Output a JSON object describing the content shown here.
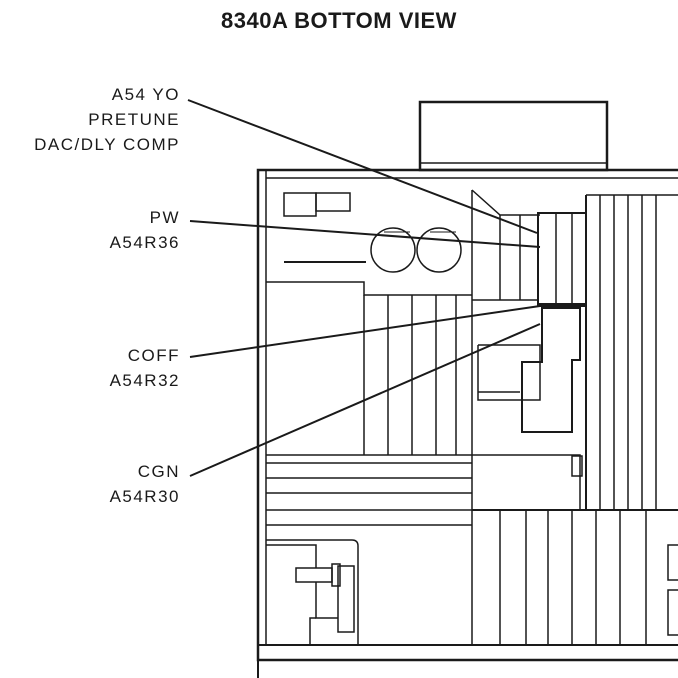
{
  "title": "8340A BOTTOM VIEW",
  "callouts": [
    {
      "lines": [
        "A54 YO",
        "PRETUNE",
        "DAC/DLY COMP"
      ]
    },
    {
      "lines": [
        "PW",
        "A54R36"
      ]
    },
    {
      "lines": [
        "COFF",
        "A54R32"
      ]
    },
    {
      "lines": [
        "CGN",
        "A54R30"
      ]
    }
  ]
}
